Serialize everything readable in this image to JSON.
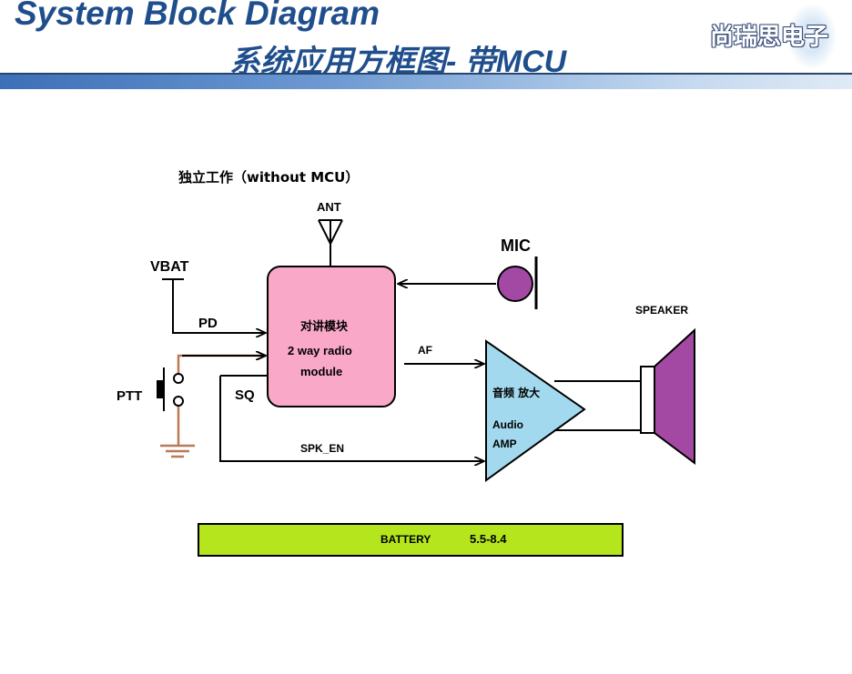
{
  "header": {
    "title_en": "System Block Diagram",
    "title_cn": "系统应用方框图",
    "title_cn_suffix": "- 带MCU",
    "logo_text": "尚瑞思电子"
  },
  "diagram": {
    "mode_label": "独立工作（without  MCU）",
    "ant_label": "ANT",
    "vbat_label": "VBAT",
    "pd_label": "PD",
    "ptt_label": "PTT",
    "sq_label": "SQ",
    "module_label_cn": "对讲模块",
    "module_label_line1": "2 way radio",
    "module_label_line2": "module",
    "mic_label": "MIC",
    "af_label": "AF",
    "spk_en_label": "SPK_EN",
    "amp_label_cn": "音频 放大",
    "amp_label_line1": "Audio",
    "amp_label_line2": "AMP",
    "speaker_label": "SPEAKER",
    "battery_label": "BATTERY",
    "battery_value": "5.5-8.4",
    "colors": {
      "module_fill": "#f9a8c8",
      "amp_fill": "#a3d9ee",
      "speaker_fill": "#a349a4",
      "mic_fill": "#a349a4",
      "battery_fill": "#b5e61d",
      "ptt_wire": "#b97a57",
      "title_blue": "#1f4e8c"
    }
  }
}
